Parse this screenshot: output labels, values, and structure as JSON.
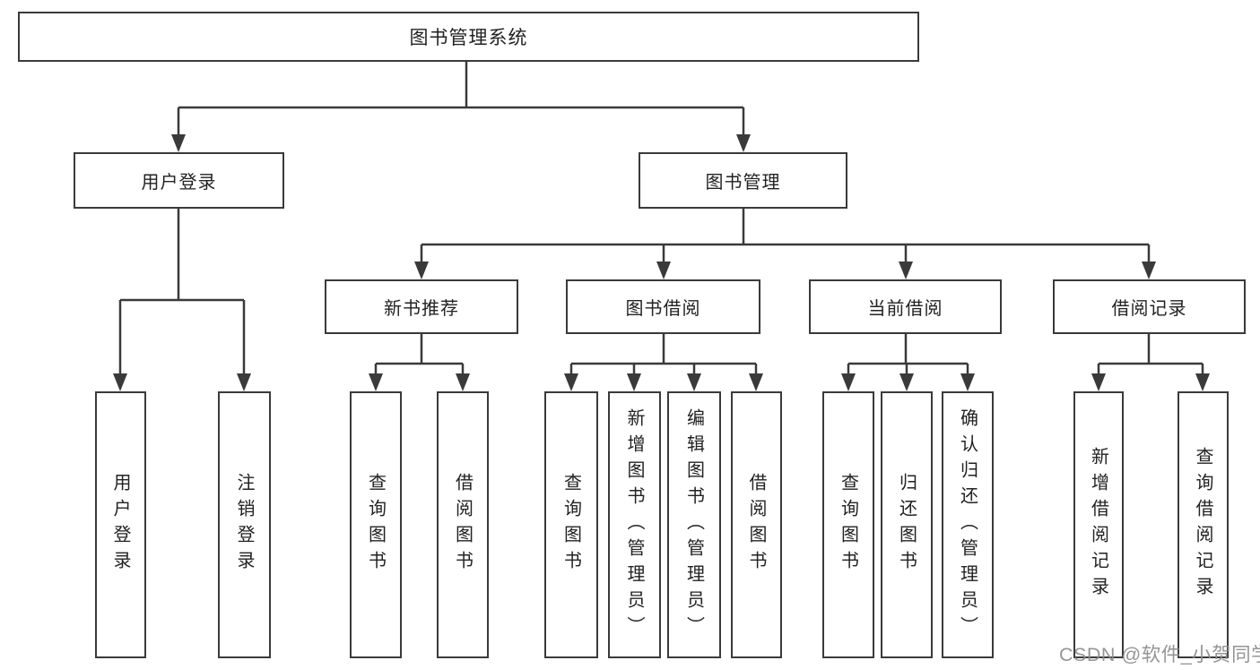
{
  "diagram": {
    "type": "tree",
    "orientation": "top-down",
    "colors": {
      "background": "#ffffff",
      "line": "#3a3a3a",
      "box_border": "#3a3a3a",
      "text": "#222222",
      "watermark_text": "#8d8d8d"
    },
    "tree": {
      "label": "图书管理系统",
      "children": [
        {
          "label": "用户登录",
          "children": [
            {
              "label": "用户登录"
            },
            {
              "label": "注销登录"
            }
          ]
        },
        {
          "label": "图书管理",
          "children": [
            {
              "label": "新书推荐",
              "children": [
                {
                  "label": "查询图书"
                },
                {
                  "label": "借阅图书"
                }
              ]
            },
            {
              "label": "图书借阅",
              "children": [
                {
                  "label": "查询图书"
                },
                {
                  "label": "新增图书（管理员）"
                },
                {
                  "label": "编辑图书（管理员）"
                },
                {
                  "label": "借阅图书"
                }
              ]
            },
            {
              "label": "当前借阅",
              "children": [
                {
                  "label": "查询图书"
                },
                {
                  "label": "归还图书"
                },
                {
                  "label": "确认归还（管理员）"
                }
              ]
            },
            {
              "label": "借阅记录",
              "children": [
                {
                  "label": "新增借阅记录"
                },
                {
                  "label": "查询借阅记录"
                }
              ]
            }
          ]
        }
      ]
    },
    "watermark": {
      "text": "CSDN @软件_小贺同学"
    }
  }
}
